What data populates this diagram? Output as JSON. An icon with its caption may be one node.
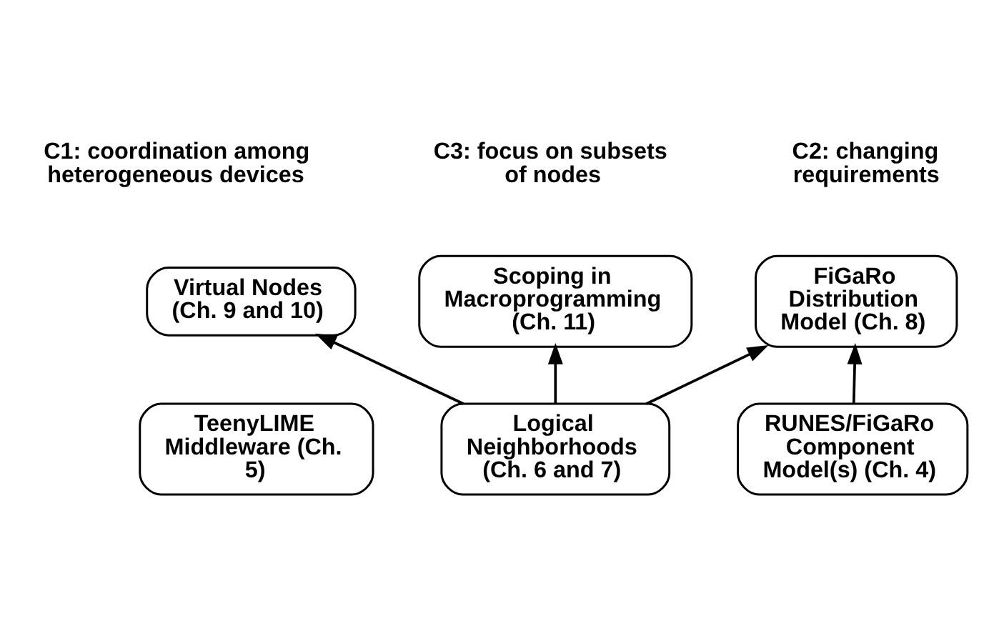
{
  "diagram": {
    "nodes": [
      {
        "text": [
          "Scoping in Macroprogramming (Ch. 11)"
        ]
      },
      {
        "text": [
          "Virtual Nodes (Ch. 9 and 10)"
        ]
      },
      {
        "text": [
          "FiGaRo Distribution Model (Ch. 8)"
        ]
      },
      {
        "text": [
          "TeenyLIME Middleware (Ch. 5)"
        ]
      },
      {
        "text": [
          "Logical Neighborhoods (Ch. 6 and 7)"
        ]
      },
      {
        "text": [
          "RUNES/FiGaRo Component Model(s) (Ch. 4)"
        ]
      }
    ],
    "edges": [
      {
        "from": 4,
        "to": 0,
        "arrow": "to"
      },
      {
        "from": 4,
        "to": 1,
        "arrow": "to"
      },
      {
        "from": 4,
        "to": 2,
        "arrow": "to"
      },
      {
        "from": 5,
        "to": 2,
        "arrow": "to"
      }
    ],
    "labels": [
      "C1: coordination among heterogeneous devices",
      "C3: focus on subsets of nodes",
      "C2: changing requirements"
    ]
  }
}
